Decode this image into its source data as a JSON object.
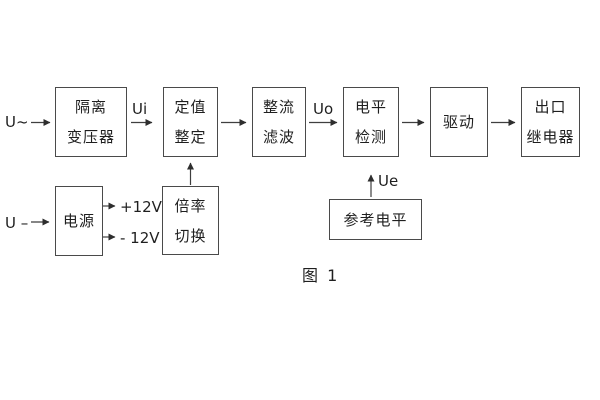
{
  "figure": {
    "caption": "图 1",
    "colors": {
      "line": "#3f3f3f",
      "text": "#1f1f1f",
      "background": "#ffffff"
    },
    "inputs": {
      "ac": "U~",
      "dc": "U –"
    },
    "signals": {
      "ui": "Ui",
      "uo": "Uo",
      "ue": "Ue"
    },
    "rails": {
      "positive": "+12V",
      "negative": "- 12V"
    },
    "blocks": {
      "isolation_transformer": {
        "line1": "隔离",
        "line2": "变压器"
      },
      "value_setting": {
        "line1": "定值",
        "line2": "整定"
      },
      "rectifier_filter": {
        "line1": "整流",
        "line2": "滤波"
      },
      "level_detection": {
        "line1": "电平",
        "line2": "检测"
      },
      "driver": {
        "label": "驱动"
      },
      "output_relay": {
        "line1": "出口",
        "line2": "继电器"
      },
      "power_supply": {
        "label": "电源"
      },
      "ratio_switch": {
        "line1": "倍率",
        "line2": "切换"
      },
      "reference_level": {
        "label": "参考电平"
      }
    }
  }
}
